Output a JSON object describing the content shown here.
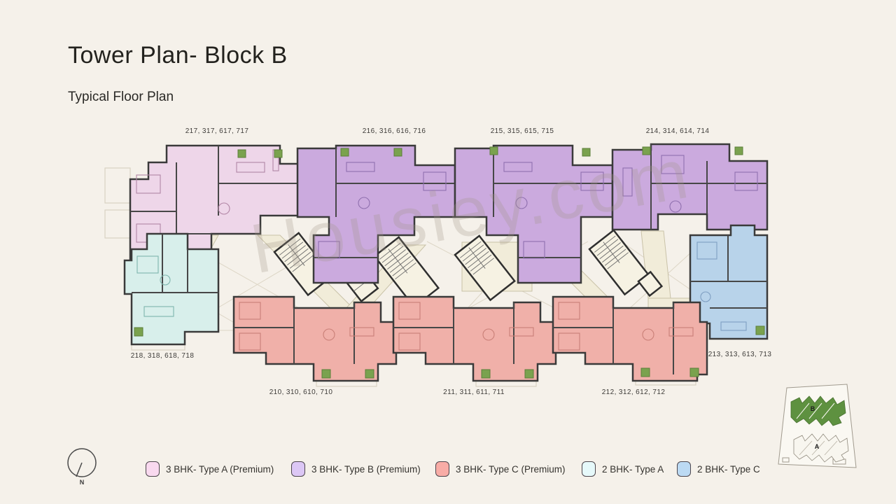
{
  "page": {
    "title": "Tower Plan- Block B",
    "subtitle": "Typical Floor Plan",
    "watermark": "Housiey.com"
  },
  "plan": {
    "north_label": "N",
    "unit_labels": [
      {
        "id": "217",
        "text": "217, 317, 617, 717"
      },
      {
        "id": "216",
        "text": "216, 316, 616, 716"
      },
      {
        "id": "215",
        "text": "215, 315, 615, 715"
      },
      {
        "id": "214",
        "text": "214, 314, 614, 714"
      },
      {
        "id": "218",
        "text": "218, 318, 618, 718"
      },
      {
        "id": "213",
        "text": "213, 313, 613, 713"
      },
      {
        "id": "210",
        "text": "210, 310, 610, 710"
      },
      {
        "id": "211",
        "text": "211, 311, 611, 711"
      },
      {
        "id": "212",
        "text": "212, 312, 612, 712"
      }
    ]
  },
  "legend": {
    "items": [
      {
        "label": "3 BHK- Type A (Premium)",
        "color": "#f9d9ef"
      },
      {
        "label": "3 BHK- Type B (Premium)",
        "color": "#dcc7f5"
      },
      {
        "label": "3 BHK- Type C (Premium)",
        "color": "#f8aca6"
      },
      {
        "label": "2 BHK- Type A",
        "color": "#e6f9fa"
      },
      {
        "label": "2 BHK- Type C",
        "color": "#bcdaf3"
      }
    ]
  },
  "key_plan": {
    "block_b": "B",
    "block_a": "A"
  },
  "colors": {
    "background": "#f5f1ea",
    "walls": "#3a3a3a",
    "unit_3bhk_a": "#eed6e9",
    "unit_3bhk_b": "#cbaade",
    "unit_3bhk_c": "#f0b0a9",
    "unit_2bhk_a": "#d8efeb",
    "unit_2bhk_c": "#b8d3ea",
    "corridor": "#f1ecd9",
    "keyplan_green": "#5e9140"
  }
}
